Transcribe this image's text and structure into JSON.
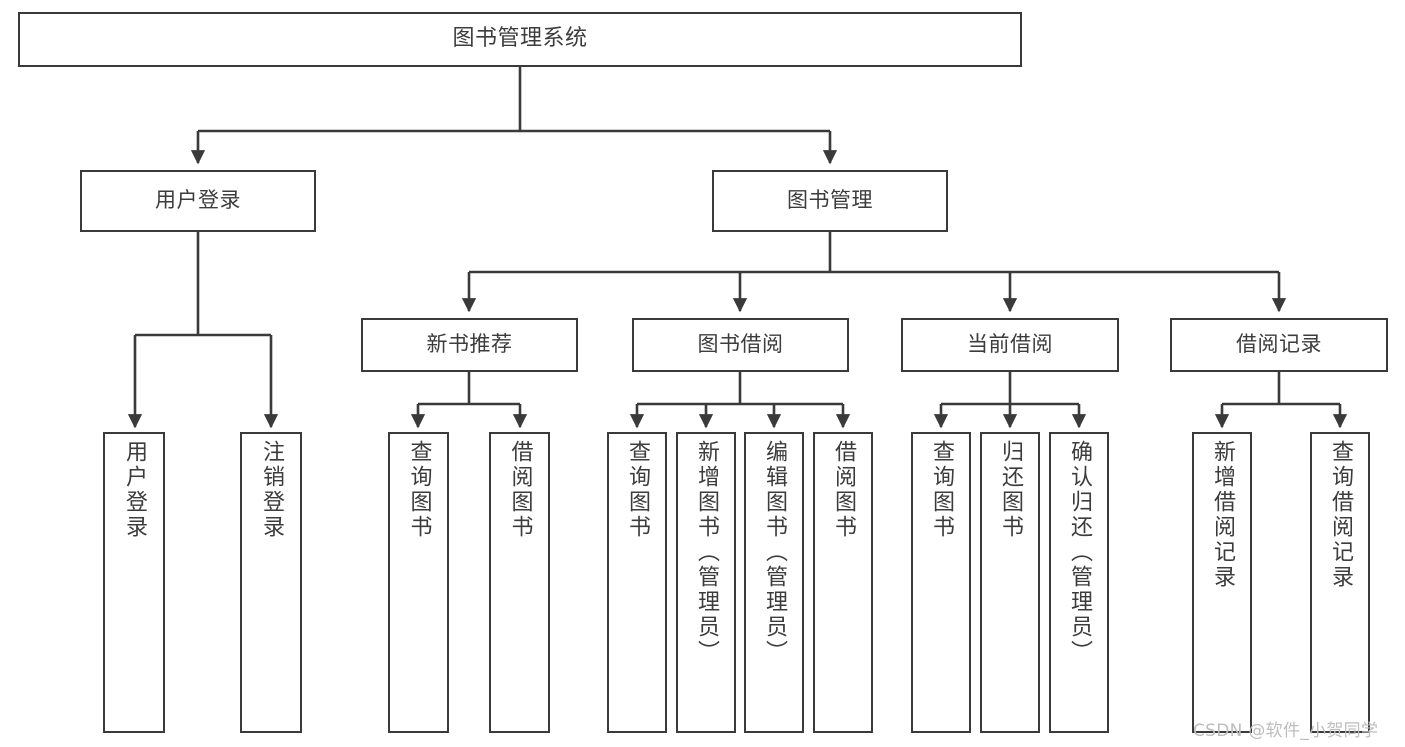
{
  "diagram": {
    "title": "图书管理系统",
    "type": "tree-hierarchy",
    "background": "#ffffff",
    "box_border_color": "#3a3a3a",
    "text_color": "#3c3c3c",
    "levels": {
      "root": {
        "label": "图书管理系统"
      },
      "level2": [
        {
          "label": "用户登录"
        },
        {
          "label": "图书管理"
        }
      ],
      "level3": [
        {
          "label": "新书推荐"
        },
        {
          "label": "图书借阅"
        },
        {
          "label": "当前借阅"
        },
        {
          "label": "借阅记录"
        }
      ],
      "leaves": [
        {
          "label": "用户登录",
          "parent": "用户登录"
        },
        {
          "label": "注销登录",
          "parent": "用户登录"
        },
        {
          "label": "查询图书",
          "parent": "新书推荐"
        },
        {
          "label": "借阅图书",
          "parent": "新书推荐"
        },
        {
          "label": "查询图书",
          "parent": "图书借阅"
        },
        {
          "label": "新增图书（管理员）",
          "parent": "图书借阅"
        },
        {
          "label": "编辑图书（管理员）",
          "parent": "图书借阅"
        },
        {
          "label": "借阅图书",
          "parent": "图书借阅"
        },
        {
          "label": "查询图书",
          "parent": "当前借阅"
        },
        {
          "label": "归还图书",
          "parent": "当前借阅"
        },
        {
          "label": "确认归还（管理员）",
          "parent": "当前借阅"
        },
        {
          "label": "新增借阅记录",
          "parent": "借阅记录"
        },
        {
          "label": "查询借阅记录",
          "parent": "借阅记录"
        }
      ]
    }
  },
  "watermark": {
    "text": "CSDN @软件_小贺同学",
    "color": "#bdbdbd"
  }
}
